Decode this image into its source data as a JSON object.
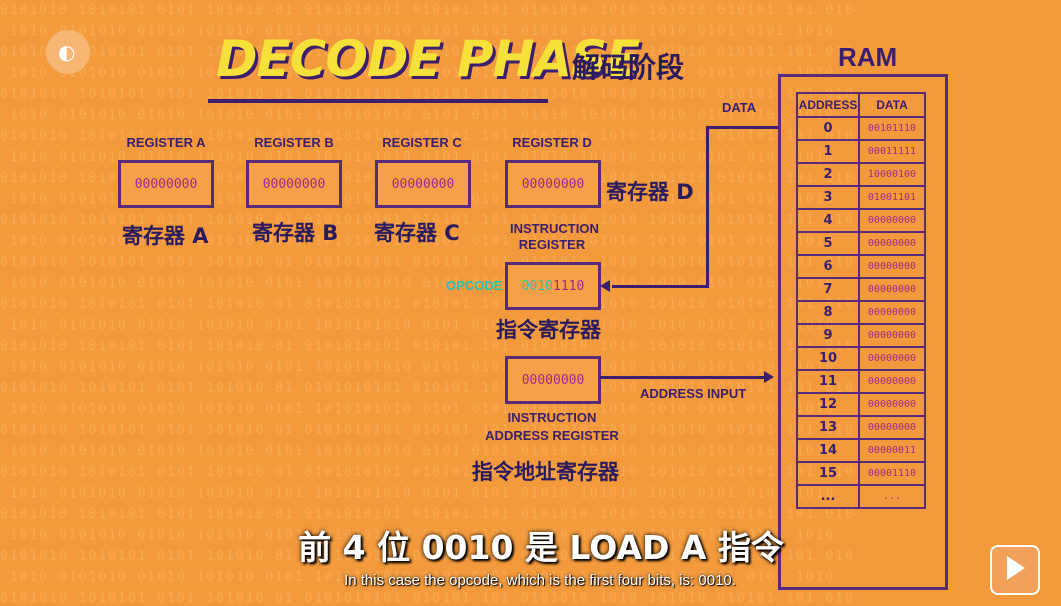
{
  "title": "DECODE PHASE",
  "title_cn": "解码阶段",
  "registers": [
    {
      "label": "REGISTER A",
      "value": "00000000",
      "cn": "寄存器 A"
    },
    {
      "label": "REGISTER B",
      "value": "00000000",
      "cn": "寄存器 B"
    },
    {
      "label": "REGISTER C",
      "value": "00000000",
      "cn": "寄存器 C"
    },
    {
      "label": "REGISTER D",
      "value": "00000000",
      "cn": "寄存器 D"
    }
  ],
  "instruction_register": {
    "label": "INSTRUCTION REGISTER",
    "opcode_label": "OPCODE",
    "opcode_bits": "0010",
    "operand_bits": "1110",
    "cn": "指令寄存器"
  },
  "instruction_address_register": {
    "label_line1": "INSTRUCTION",
    "label_line2": "ADDRESS REGISTER",
    "value": "00000000",
    "cn": "指令地址寄存器"
  },
  "data_label": "DATA",
  "address_input_label": "ADDRESS INPUT",
  "ram": {
    "title": "RAM",
    "headers": [
      "ADDRESS",
      "DATA"
    ],
    "rows": [
      {
        "address": "0",
        "data": "00101110"
      },
      {
        "address": "1",
        "data": "00011111"
      },
      {
        "address": "2",
        "data": "10000100"
      },
      {
        "address": "3",
        "data": "01001101"
      },
      {
        "address": "4",
        "data": "00000000"
      },
      {
        "address": "5",
        "data": "00000000"
      },
      {
        "address": "6",
        "data": "00000000"
      },
      {
        "address": "7",
        "data": "00000000"
      },
      {
        "address": "8",
        "data": "00000000"
      },
      {
        "address": "9",
        "data": "00000000"
      },
      {
        "address": "10",
        "data": "00000000"
      },
      {
        "address": "11",
        "data": "00000000"
      },
      {
        "address": "12",
        "data": "00000000"
      },
      {
        "address": "13",
        "data": "00000000"
      },
      {
        "address": "14",
        "data": "00000011"
      },
      {
        "address": "15",
        "data": "00001110"
      },
      {
        "address": "...",
        "data": "..."
      }
    ]
  },
  "subtitles": {
    "cn": "前 4 位 0010 是 LOAD A 指令",
    "en": "In this case the opcode, which is the first four bits, is: 0010."
  },
  "colors": {
    "background": "#f39a3c",
    "title_yellow": "#f6e13a",
    "outline_purple": "#5a2a7a",
    "opcode_teal": "#27c3b5",
    "bit_magenta": "#a02a8a"
  },
  "icons": [
    "pbs-logo-icon",
    "play-button-icon"
  ]
}
